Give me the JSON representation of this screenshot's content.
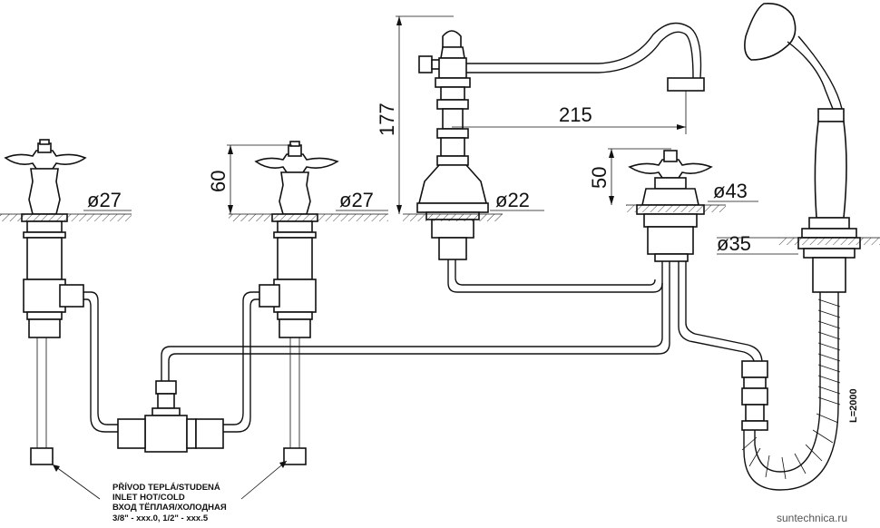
{
  "dimensions": {
    "d_left_tap": "ø27",
    "d_right_tap": "ø27",
    "height_tap": "60",
    "height_spout": "177",
    "reach_spout": "215",
    "d_spout": "ø22",
    "height_diverter": "50",
    "d_diverter": "ø43",
    "d_shower": "ø35",
    "hose_length": "L=2000"
  },
  "inlet_note": {
    "line1": "PŘÍVOD TEPLÁ/STUDENÁ",
    "line2": "INLET HOT/COLD",
    "line3": "ВХОД ТЁПЛАЯ/ХОЛОДНАЯ",
    "line4": "3/8\" - xxx.0, 1/2\" - xxx.5"
  },
  "watermark": "suntechnica.ru"
}
